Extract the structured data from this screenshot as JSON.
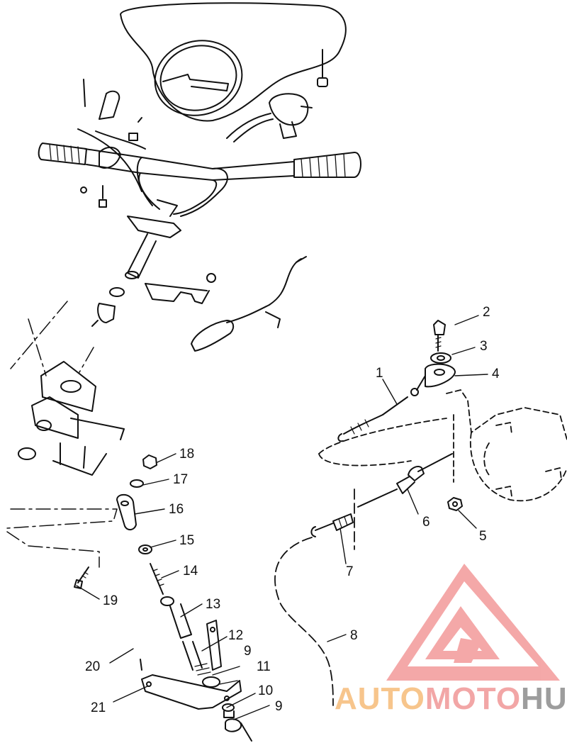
{
  "diagram": {
    "callouts": [
      {
        "id": "c1",
        "label": "1"
      },
      {
        "id": "c2",
        "label": "2"
      },
      {
        "id": "c3",
        "label": "3"
      },
      {
        "id": "c4",
        "label": "4"
      },
      {
        "id": "c5",
        "label": "5"
      },
      {
        "id": "c6",
        "label": "6"
      },
      {
        "id": "c7",
        "label": "7"
      },
      {
        "id": "c8",
        "label": "8"
      },
      {
        "id": "c9a",
        "label": "9"
      },
      {
        "id": "c9b",
        "label": "9"
      },
      {
        "id": "c10",
        "label": "10"
      },
      {
        "id": "c11",
        "label": "11"
      },
      {
        "id": "c12",
        "label": "12"
      },
      {
        "id": "c13",
        "label": "13"
      },
      {
        "id": "c14",
        "label": "14"
      },
      {
        "id": "c15",
        "label": "15"
      },
      {
        "id": "c16",
        "label": "16"
      },
      {
        "id": "c17",
        "label": "17"
      },
      {
        "id": "c18",
        "label": "18"
      },
      {
        "id": "c19",
        "label": "19"
      },
      {
        "id": "c20",
        "label": "20"
      },
      {
        "id": "c21",
        "label": "21"
      }
    ]
  },
  "watermark": {
    "part1": "AUTO",
    "part2": "MOTO",
    "part3": "HUB",
    "colors": {
      "auto": "#f7c58c",
      "moto": "#f2a6a6",
      "hub": "#9d9d9d",
      "logo": "#f39a9a"
    }
  }
}
